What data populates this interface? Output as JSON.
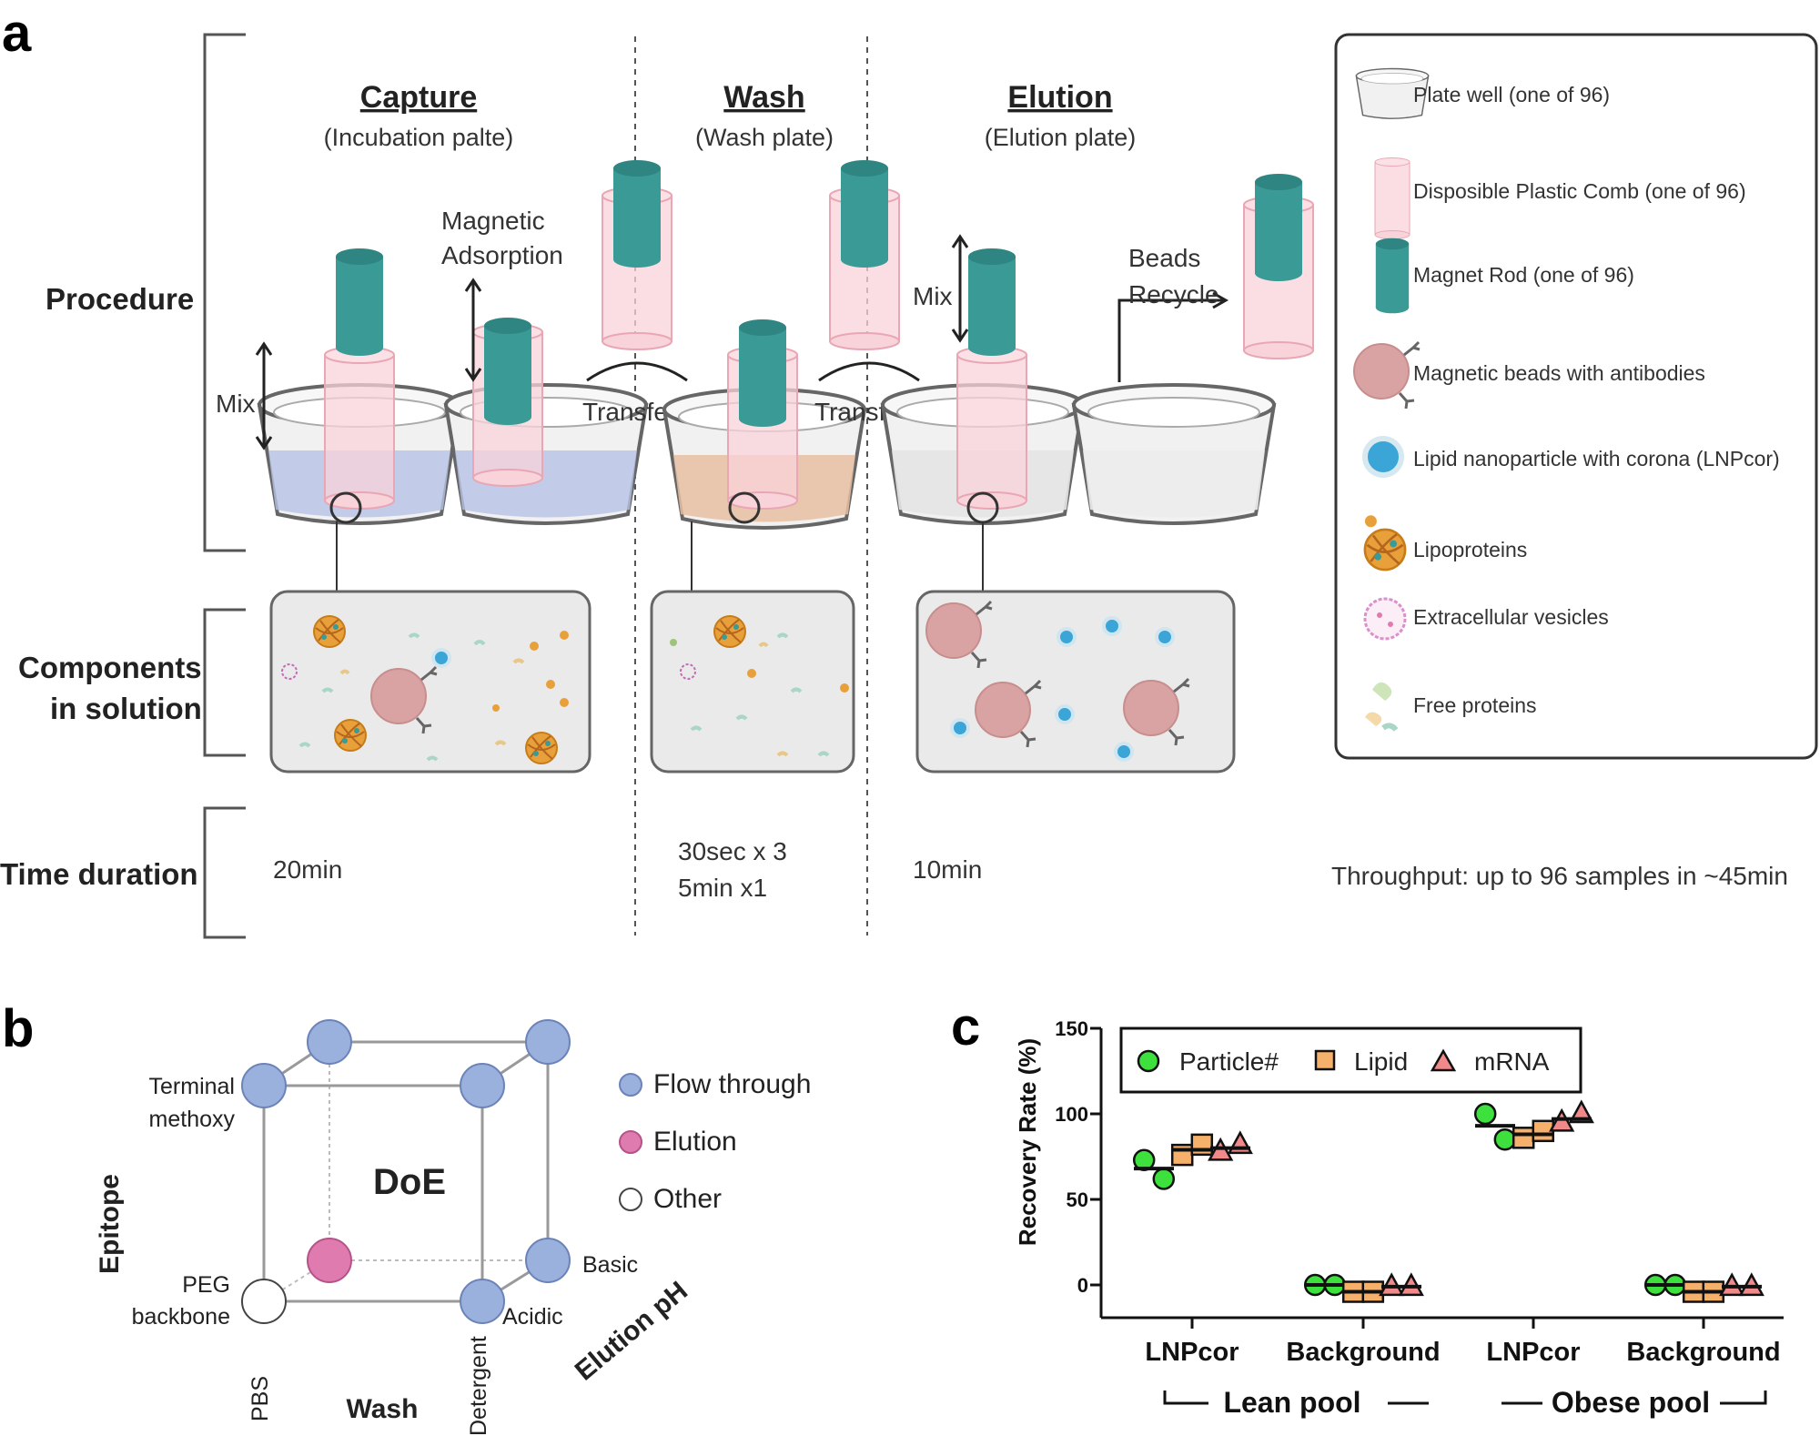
{
  "panel_a": {
    "letter": "a",
    "rows": {
      "procedure": "Procedure",
      "components_line1": "Components",
      "components_line2": "in solution",
      "time": "Time duration"
    },
    "stages": [
      {
        "title": "Capture",
        "subtitle": "(Incubation palte)"
      },
      {
        "title": "Wash",
        "subtitle": "(Wash plate)"
      },
      {
        "title": "Elution",
        "subtitle": "(Elution plate)"
      }
    ],
    "annotations": {
      "mix": "Mix",
      "magnetic_line1": "Magnetic",
      "magnetic_line2": "Adsorption",
      "transfer": "Transfer",
      "beads_line1": "Beads",
      "beads_line2": "Recycle"
    },
    "durations": {
      "capture": "20min",
      "wash_line1": "30sec x 3",
      "wash_line2": "5min x1",
      "elution": "10min"
    },
    "throughput": "Throughput: up to 96 samples in ~45min",
    "legend": [
      {
        "icon": "plate-well-icon",
        "label": "Plate well (one of 96)"
      },
      {
        "icon": "plastic-comb-icon",
        "label": "Disposible Plastic Comb (one of 96)"
      },
      {
        "icon": "magnet-rod-icon",
        "label": "Magnet Rod (one of 96)"
      },
      {
        "icon": "magnetic-bead-icon",
        "label": "Magnetic beads with antibodies"
      },
      {
        "icon": "lnp-icon",
        "label": "Lipid nanoparticle with corona (LNPcor)"
      },
      {
        "icon": "lipoprotein-icon",
        "label": "Lipoproteins"
      },
      {
        "icon": "vesicle-icon",
        "label": "Extracellular vesicles"
      },
      {
        "icon": "free-protein-icon",
        "label": "Free proteins"
      }
    ],
    "colors": {
      "magnet": "#3a9a96",
      "comb": "#f5c9d1",
      "bead": "#d9a3a3",
      "lnp": "#3aa5d6",
      "lipoprotein": "#e8a03a",
      "capture_liquid": "#b6c3e6",
      "wash_liquid": "#e8bfa2"
    }
  },
  "panel_b": {
    "letter": "b",
    "center": "DoE",
    "axes": {
      "epitope": "Epitope",
      "wash": "Wash",
      "elution_ph": "Elution pH"
    },
    "labels": {
      "terminal_line1": "Terminal",
      "terminal_line2": "methoxy",
      "peg_line1": "PEG",
      "peg_line2": "backbone",
      "pbs": "PBS",
      "detergent": "Detergent",
      "acidic": "Acidic",
      "basic": "Basic"
    },
    "legend": [
      {
        "label": "Flow through",
        "color": "#9ab0dd"
      },
      {
        "label": "Elution",
        "color": "#e07bb0"
      },
      {
        "label": "Other",
        "color": "#ffffff"
      }
    ]
  },
  "panel_c": {
    "letter": "c",
    "chart_data": {
      "type": "scatter",
      "ylabel": "Recovery Rate (%)",
      "ylim": [
        -20,
        150
      ],
      "yticks": [
        "150",
        "100",
        "50",
        "0"
      ],
      "categories": [
        "LNPcor",
        "Background",
        "LNPcor",
        "Background"
      ],
      "groups": [
        "Lean pool",
        "Obese pool"
      ],
      "legend_position": "top-left",
      "series": [
        {
          "name": "Particle#",
          "marker": "circle",
          "color": "#3ee03e",
          "points": [
            [
              73,
              62
            ],
            [
              0,
              0
            ],
            [
              100,
              85
            ],
            [
              0,
              0
            ]
          ],
          "means": [
            68,
            0,
            93,
            0
          ]
        },
        {
          "name": "Lipid",
          "marker": "square",
          "color": "#f5b06b",
          "points": [
            [
              76,
              82
            ],
            [
              -4,
              -4
            ],
            [
              86,
              90
            ],
            [
              -4,
              -4
            ]
          ],
          "means": [
            79,
            -4,
            88,
            -4
          ]
        },
        {
          "name": "mRNA",
          "marker": "triangle",
          "color": "#f08a8a",
          "points": [
            [
              78,
              82
            ],
            [
              -1,
              -1
            ],
            [
              95,
              100
            ],
            [
              -1,
              -1
            ]
          ],
          "means": [
            80,
            -1,
            97,
            -1
          ]
        }
      ]
    }
  }
}
